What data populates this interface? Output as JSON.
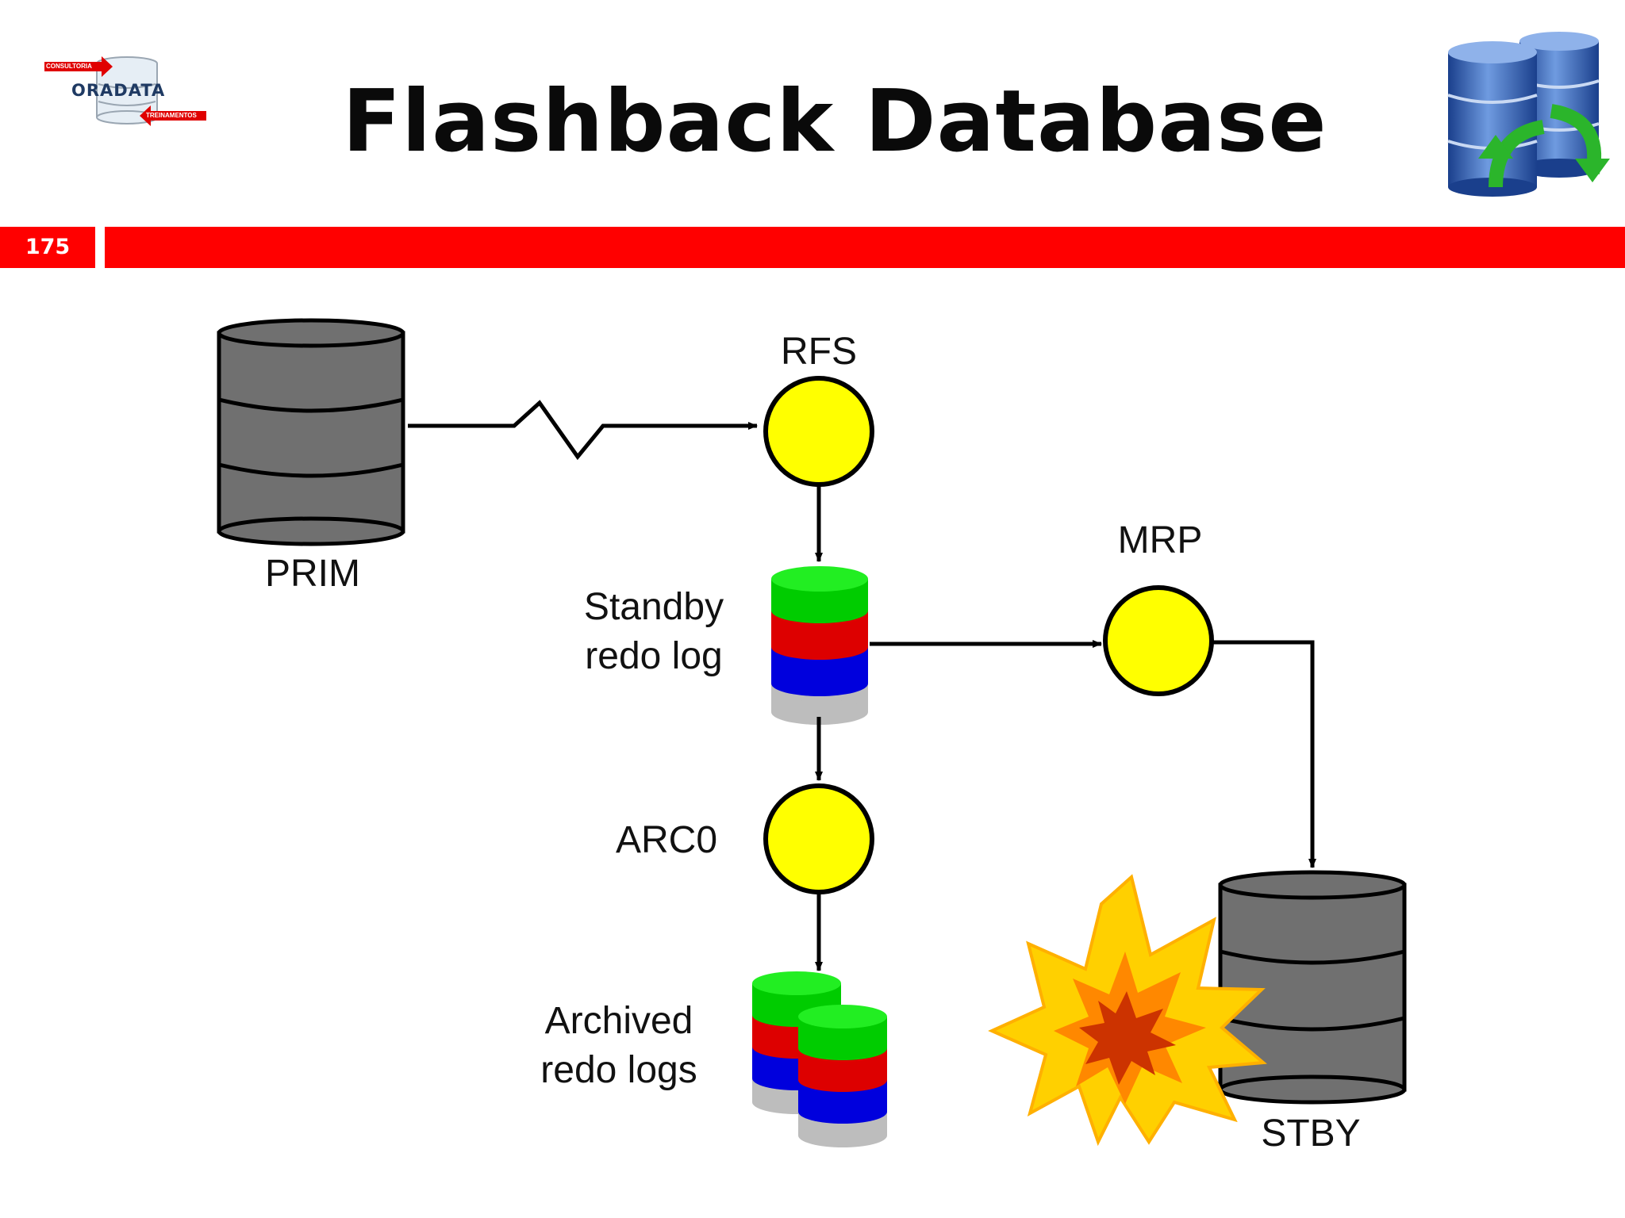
{
  "slide": {
    "title": "Flashback Database",
    "number": "175"
  },
  "logo": {
    "brand": "ORADATA",
    "top_tag": "CONSULTORIA",
    "bottom_tag": "TREINAMENTOS"
  },
  "header_icon": "database-sync-icon",
  "diagram": {
    "primary_label": "PRIM",
    "standby_label": "STBY",
    "rfs_label": "RFS",
    "mrp_label": "MRP",
    "arc_label": "ARC0",
    "standby_log_label_line1": "Standby",
    "standby_log_label_line2": "redo log",
    "archived_label_line1": "Archived",
    "archived_label_line2": "redo logs",
    "failure_icon": "explosion-icon"
  },
  "colors": {
    "accent_red": "#ff0000",
    "process_yellow": "#ffff00",
    "database_gray": "#6e6e6e",
    "log_green": "#00dd00",
    "log_red": "#dd0000",
    "log_blue": "#0000dd"
  }
}
